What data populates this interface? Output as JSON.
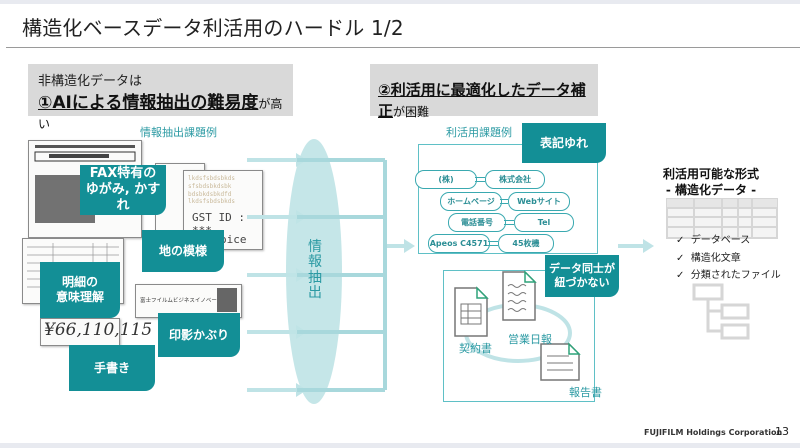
{
  "slide": {
    "title": "構造化ベースデータ利活用のハードル 1/2",
    "footer_company": "FUJIFILM Holdings Corporation",
    "page_number": "13"
  },
  "left_section": {
    "header_line1": "非構造化データは",
    "header_line2_emph": "①AIによる情報抽出の難易度",
    "header_line2_tail": "が高い",
    "caption": "情報抽出課題例",
    "labels": {
      "fax": "FAX特有の\nゆがみ, かすれ",
      "background": "地の模様",
      "details": "明細の\n意味理解",
      "stamp": "印影かぶり",
      "handwriting": "手書き"
    },
    "doc_texts": {
      "gst": "GST ID : ***",
      "invoice": "oice",
      "handwritten_amount": "¥66,110,115",
      "company_strip": "富士フイルムビジネスイノベーション"
    }
  },
  "middle": {
    "extraction_label": "情報抽出"
  },
  "right_section": {
    "header_emph": "②利活用に最適化したデータ補正",
    "header_tail": "が困難",
    "caption": "利活用課題例",
    "notation_label": "表記ゆれ",
    "pairs": [
      {
        "a": "(株)",
        "b": "株式会社"
      },
      {
        "a": "ホームページ",
        "b": "Webサイト"
      },
      {
        "a": "電話番号",
        "b": "Tel"
      },
      {
        "a": "Apeos C4571",
        "b": "45枚機"
      }
    ],
    "unlinked_label": "データ同士が\n紐づかない",
    "files": [
      "契約書",
      "営業日報",
      "報告書"
    ]
  },
  "result": {
    "title_line1": "利活用可能な形式",
    "title_line2": "- 構造化データ -",
    "items": [
      "データベース",
      "構造化文章",
      "分類されたファイル"
    ],
    "check_icon": "✓"
  },
  "colors": {
    "teal": "#138f96",
    "light_teal": "#bfe3e6",
    "gray_box": "#d9d9d9"
  }
}
